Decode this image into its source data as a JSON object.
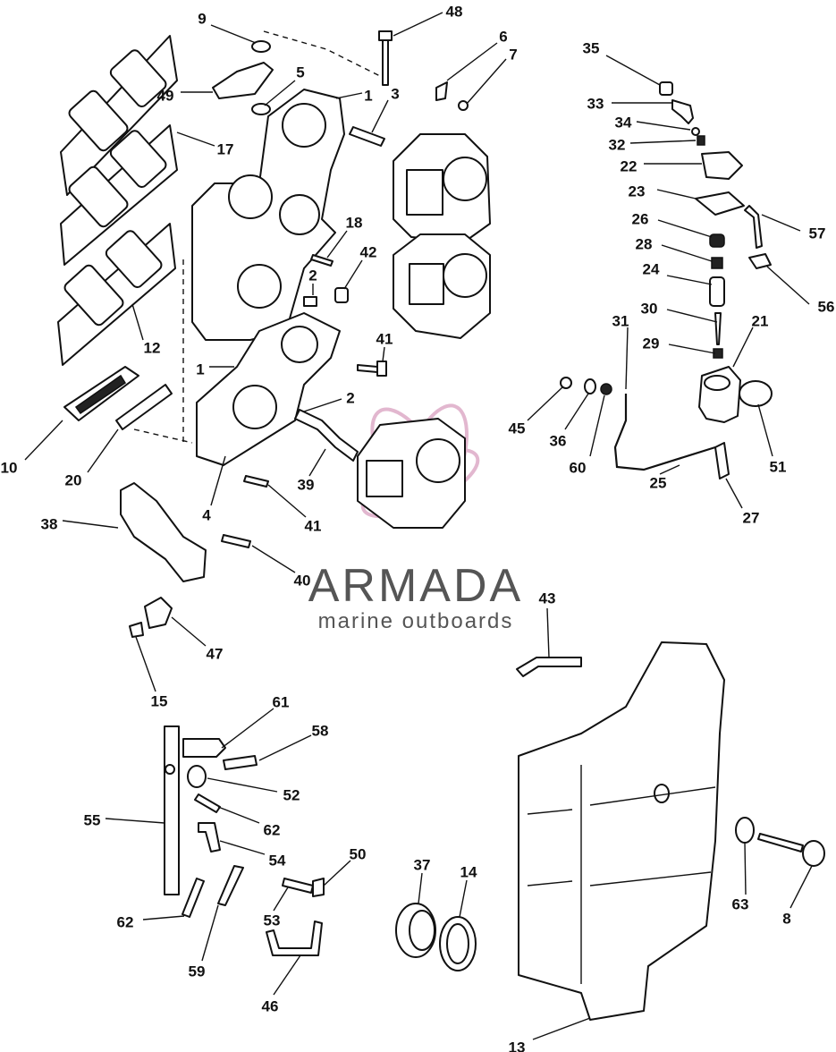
{
  "callouts": [
    "9",
    "48",
    "6",
    "7",
    "35",
    "5",
    "1",
    "3",
    "49",
    "33",
    "34",
    "17",
    "32",
    "22",
    "23",
    "57",
    "18",
    "26",
    "42",
    "28",
    "24",
    "56",
    "2",
    "30",
    "21",
    "12",
    "31",
    "29",
    "41",
    "1",
    "45",
    "36",
    "60",
    "2",
    "51",
    "10",
    "20",
    "25",
    "39",
    "27",
    "4",
    "41",
    "38",
    "40",
    "43",
    "47",
    "15",
    "61",
    "58",
    "52",
    "62",
    "55",
    "54",
    "50",
    "37",
    "14",
    "63",
    "8",
    "53",
    "62",
    "59",
    "46",
    "13"
  ],
  "watermark": {
    "brand": "ARMADA",
    "tagline": "marine outboards",
    "logo_color": "#d9a0bf"
  }
}
